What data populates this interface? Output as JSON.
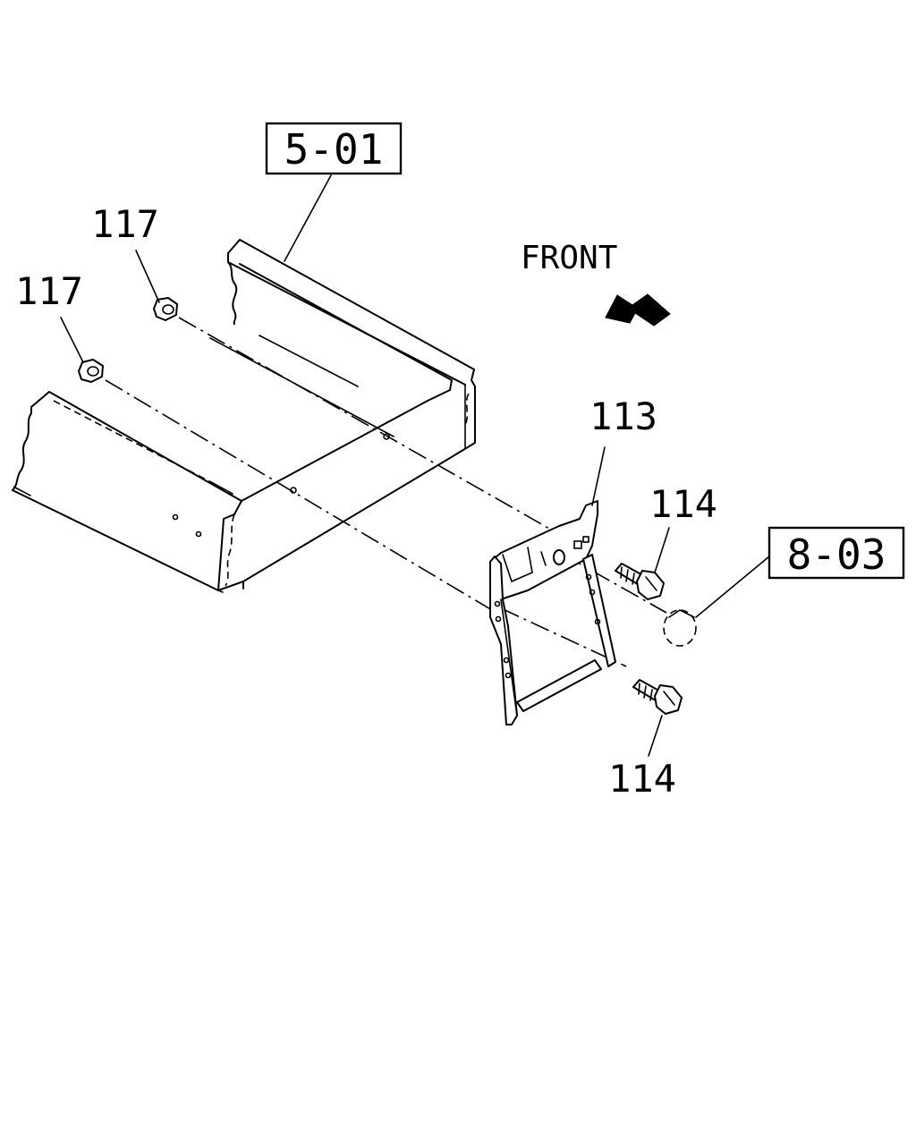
{
  "callouts": {
    "frame_ref": "5-01",
    "other_ref": "8-03",
    "nut_upper": "117",
    "nut_lower": "117",
    "bracket": "113",
    "bolt_upper": "114",
    "bolt_lower": "114"
  },
  "direction_label": "FRONT",
  "colors": {
    "ink": "#000000",
    "paper": "#ffffff"
  }
}
